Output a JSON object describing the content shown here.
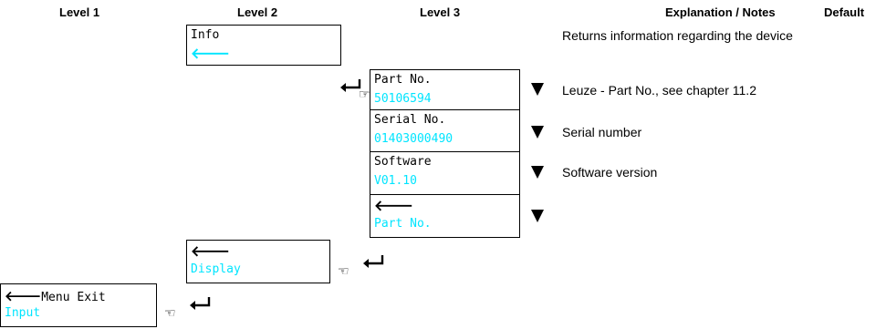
{
  "headers": {
    "level1": "Level 1",
    "level2": "Level 2",
    "level3": "Level 3",
    "notes": "Explanation / Notes",
    "default": "Default"
  },
  "info_box": {
    "title": "Info",
    "arrow": "🡐"
  },
  "part_no_box": {
    "label": "Part No.",
    "value": "50106594"
  },
  "serial_no_box": {
    "label": "Serial No.",
    "value": "01403000490"
  },
  "software_box": {
    "label": "Software",
    "value": "V01.10"
  },
  "back_box_l3": {
    "arrow": "🡐",
    "value": "Part No."
  },
  "back_box_l2": {
    "arrow": "🡐",
    "value": "Display"
  },
  "menu_exit_box": {
    "arrow": "🡐",
    "label": "Menu Exit",
    "value": "Input"
  },
  "notes": {
    "info": "Returns information regarding the device",
    "part_no": "Leuze - Part No., see chapter 11.2",
    "serial_no": "Serial number",
    "software": "Software version"
  },
  "colors": {
    "value_text": "#00e5ff",
    "border": "#000000"
  },
  "icons": {
    "enter": "enter-return-icon",
    "hand_right": "hand-pointing-right-icon",
    "hand_left": "hand-pointing-left-icon",
    "down": "down-triangle-icon"
  }
}
